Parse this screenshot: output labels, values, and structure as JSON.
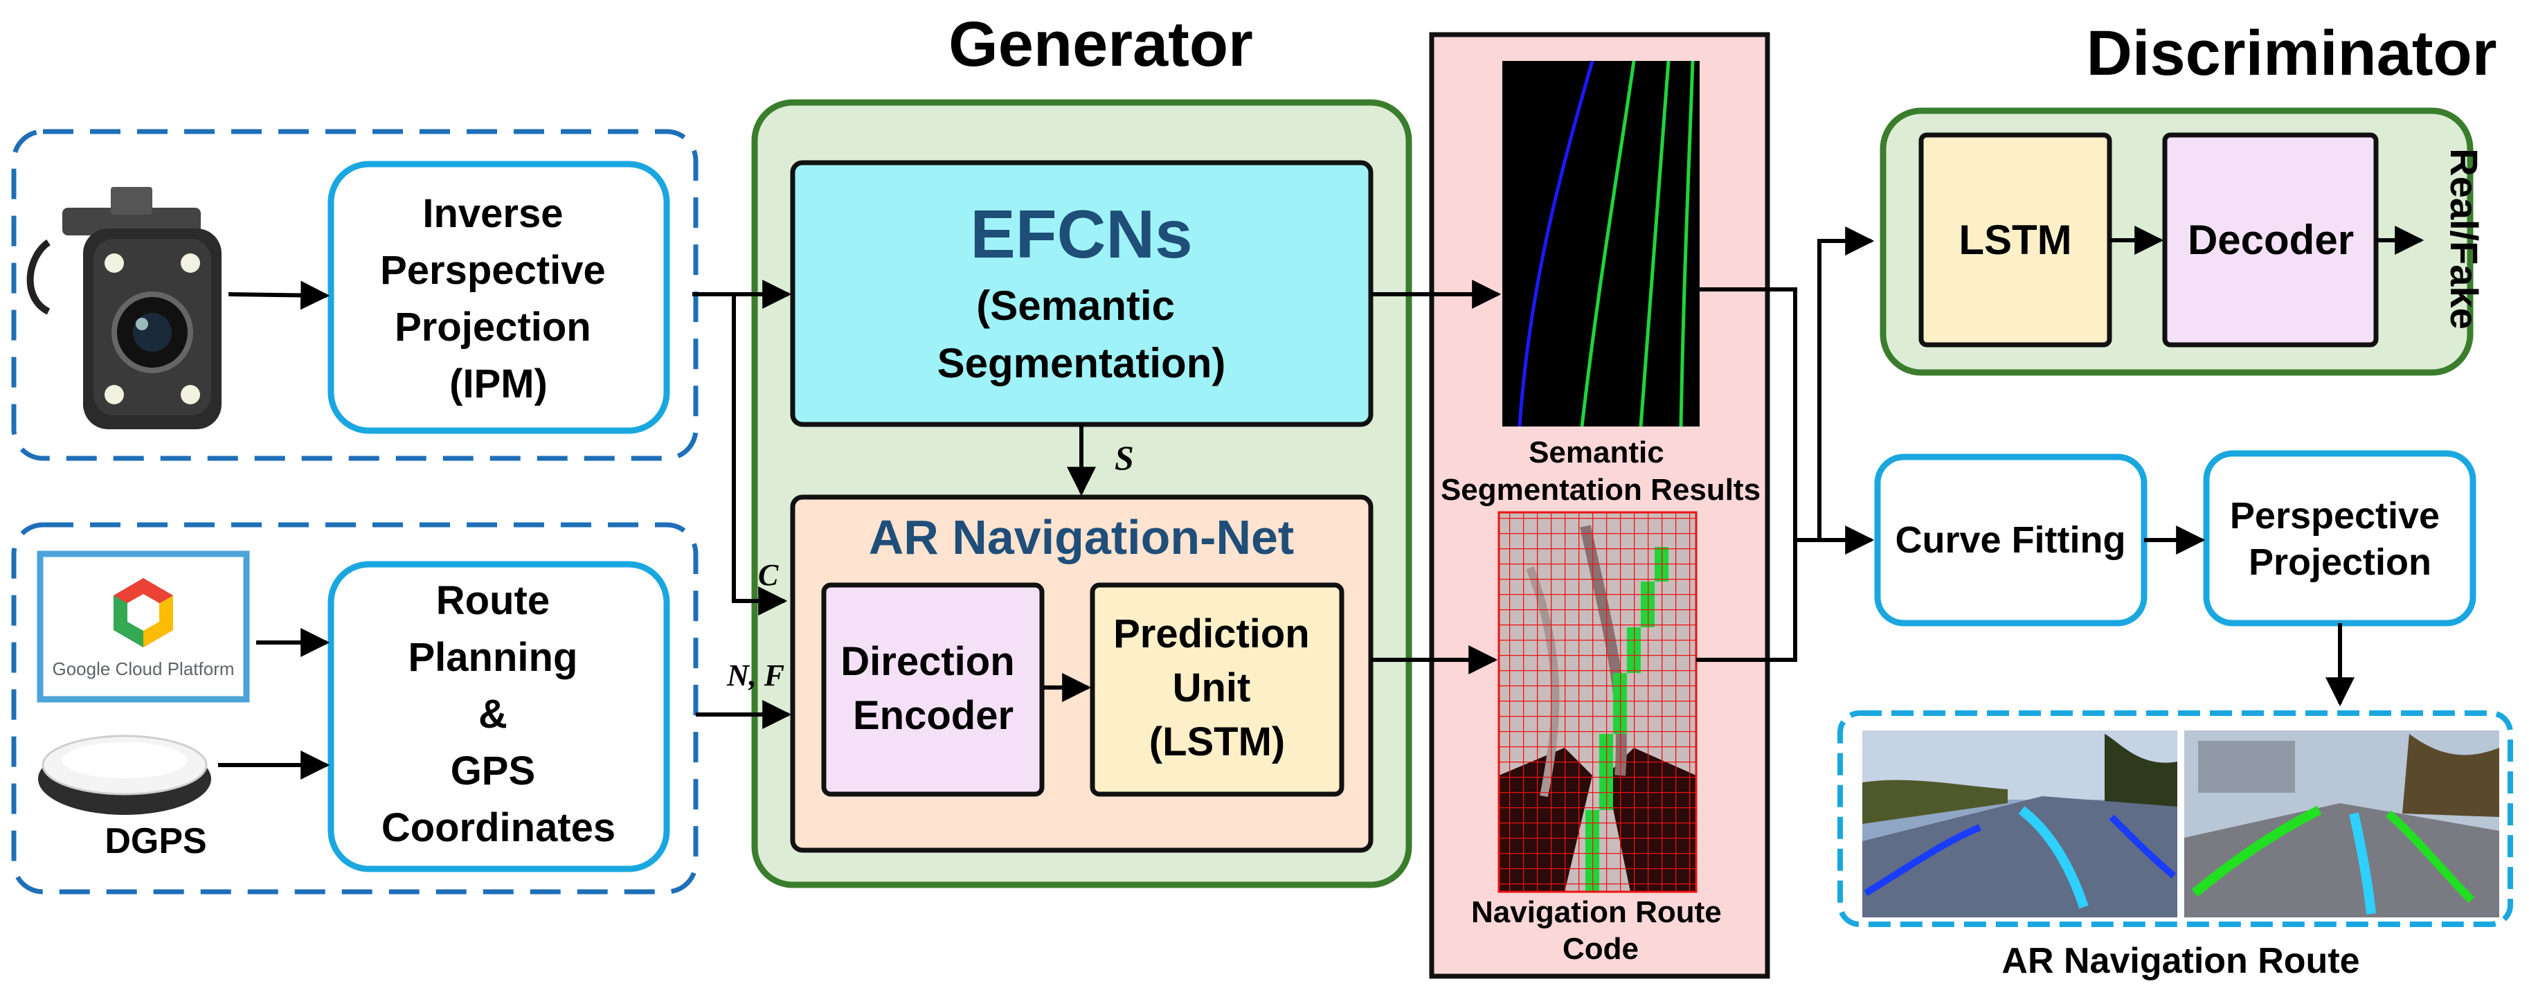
{
  "titles": {
    "generator": "Generator",
    "discriminator": "Discriminator"
  },
  "input_group": {
    "ipm": [
      "Inverse",
      "Perspective",
      "Projection",
      "(IPM)"
    ],
    "route": [
      "Route",
      "Planning",
      "&",
      "GPS",
      "Coordinates"
    ],
    "google_cloud": "Google Cloud Platform",
    "dgps": "DGPS"
  },
  "generator": {
    "efcn_title": "EFCNs",
    "efcn_sub": [
      "(Semantic",
      "Segmentation)"
    ],
    "arnet_title": "AR Navigation-Net",
    "direction_encoder": [
      "Direction",
      "Encoder"
    ],
    "prediction_unit": [
      "Prediction",
      "Unit",
      "(LSTM)"
    ]
  },
  "edge_labels": {
    "s": "S",
    "c": "C",
    "nf": "N, F"
  },
  "middle": {
    "seg_results": [
      "Semantic",
      "Segmentation Results"
    ],
    "route_code": [
      "Navigation Route",
      "Code"
    ]
  },
  "discriminator": {
    "lstm": "LSTM",
    "decoder": "Decoder",
    "real_fake": "Real/Fake"
  },
  "post": {
    "curve_fitting": "Curve Fitting",
    "perspective_projection": [
      "Perspective",
      "Projection"
    ],
    "ar_route": "AR Navigation Route"
  },
  "colors": {
    "dashed_border": "#1e6fb8",
    "light_blue_border": "#1aa7e0",
    "generator_fill": "#dcecd5",
    "generator_border": "#3a7d2c",
    "efcn_fill": "#9ff2f7",
    "efcn_title": "#1f4e79",
    "arnet_fill": "#fde3d0",
    "pink_fill": "#f5e1f7",
    "yellow_fill": "#fdf0c8",
    "middle_fill": "#fbd7d7",
    "route_dashed": "#1aa7e0"
  }
}
